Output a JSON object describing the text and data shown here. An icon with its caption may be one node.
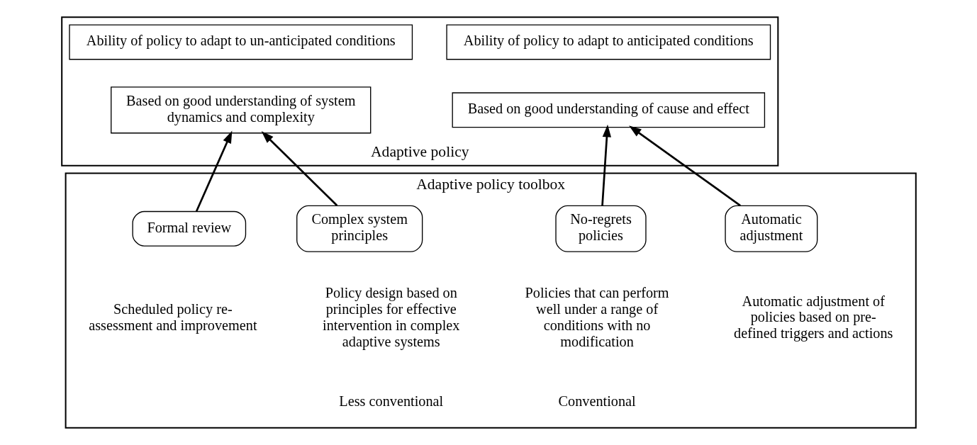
{
  "diagram": {
    "nodes": [
      {
        "text": [
          "Adaptive policy"
        ]
      },
      {
        "text": [
          "Ability of policy to adapt to anticipated conditions"
        ],
        "in": 0
      },
      {
        "text": [
          "Ability of policy to adapt to un-anticipated conditions"
        ],
        "in": 0
      },
      {
        "text": [
          "Based on good understanding of cause and effect"
        ],
        "in": 0
      },
      {
        "text": [
          "Based on good understanding of system dynamics and complexity"
        ],
        "in": 0
      },
      {
        "text": [
          "Adaptive policy toolbox"
        ]
      },
      {
        "text": [
          "No-regrets policies"
        ],
        "in": 5,
        "beside": [
          "Policies that can perform well under a range of conditions with no modification"
        ]
      },
      {
        "text": [
          "Automatic adjustment"
        ],
        "in": 5,
        "beside": [
          "Automatic adjustment of policies based on pre-defined triggers and actions"
        ]
      },
      {
        "text": [
          "Complex system principles"
        ],
        "in": 5,
        "beside": [
          "Policy design based on principles for effective intervention in complex adaptive systems"
        ]
      },
      {
        "text": [
          "Formal review"
        ],
        "in": 5,
        "beside": [
          "Scheduled policy re-assessment and improvement"
        ]
      }
    ],
    "edges": [
      {
        "from": 6,
        "to": 3,
        "arrow": "to"
      },
      {
        "from": 7,
        "to": 3,
        "arrow": "to"
      },
      {
        "from": 8,
        "to": 4,
        "arrow": "to"
      },
      {
        "from": 9,
        "to": 4,
        "arrow": "to"
      }
    ],
    "labels": [
      "Conventional",
      "Less conventional"
    ]
  }
}
